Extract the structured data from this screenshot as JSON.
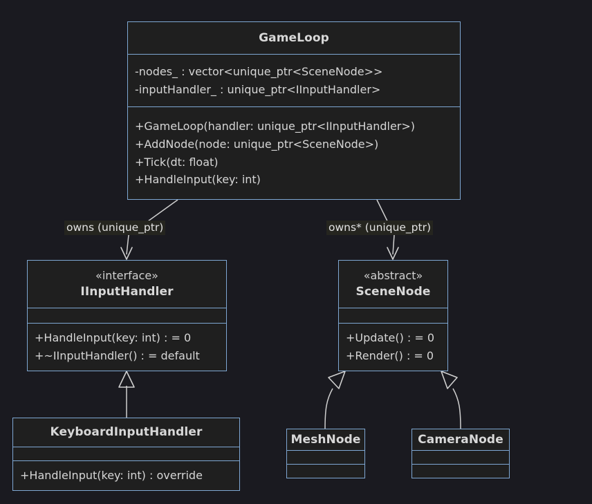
{
  "diagram": {
    "type": "uml-class-diagram",
    "background_color": "#1a1a20",
    "box_fill_color": "#1f1f1f",
    "box_border_color": "#7fa8d4",
    "text_color": "#d6d6d6",
    "edge_color": "#d0d0d0"
  },
  "classes": {
    "gameloop": {
      "name": "GameLoop",
      "attributes": [
        "-nodes_ : vector<unique_ptr<SceneNode>>",
        "-inputHandler_ : unique_ptr<IInputHandler>"
      ],
      "methods": [
        "+GameLoop(handler: unique_ptr<IInputHandler>)",
        "+AddNode(node: unique_ptr<SceneNode>)",
        "+Tick(dt: float)",
        "+HandleInput(key: int)"
      ]
    },
    "iinputhandler": {
      "stereotype": "«interface»",
      "name": "IInputHandler",
      "attributes": [],
      "methods": [
        "+HandleInput(key: int) : = 0",
        "+~IInputHandler() : = default"
      ]
    },
    "scenenode": {
      "stereotype": "«abstract»",
      "name": "SceneNode",
      "attributes": [],
      "methods": [
        "+Update() : = 0",
        "+Render() : = 0"
      ]
    },
    "keyboardinputhandler": {
      "name": "KeyboardInputHandler",
      "attributes": [],
      "methods": [
        "+HandleInput(key: int) : override"
      ]
    },
    "meshnode": {
      "name": "MeshNode",
      "attributes": [],
      "methods": []
    },
    "cameranode": {
      "name": "CameraNode",
      "attributes": [],
      "methods": []
    }
  },
  "relationships": [
    {
      "id": "owns-input-handler",
      "from": "GameLoop",
      "to": "IInputHandler",
      "kind": "association-directed",
      "label": "owns (unique_ptr)"
    },
    {
      "id": "owns-scene-nodes",
      "from": "GameLoop",
      "to": "SceneNode",
      "kind": "association-directed",
      "label": "owns* (unique_ptr)"
    },
    {
      "id": "keyboard-implements-iinputhandler",
      "from": "KeyboardInputHandler",
      "to": "IInputHandler",
      "kind": "generalization",
      "label": ""
    },
    {
      "id": "meshnode-extends-scenenode",
      "from": "MeshNode",
      "to": "SceneNode",
      "kind": "generalization",
      "label": ""
    },
    {
      "id": "cameranode-extends-scenenode",
      "from": "CameraNode",
      "to": "SceneNode",
      "kind": "generalization",
      "label": ""
    }
  ]
}
